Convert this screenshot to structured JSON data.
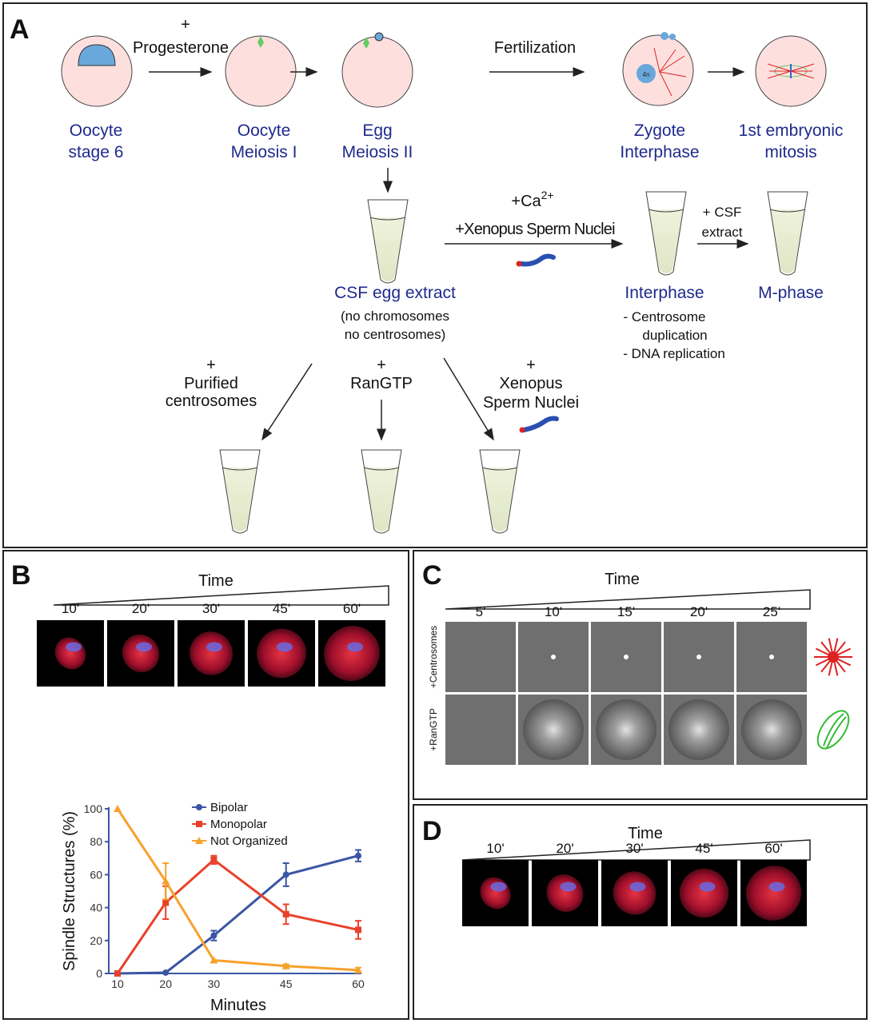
{
  "panelA": {
    "label": "A",
    "plus": "+",
    "progesterone": "Progesterone",
    "fertilization": "Fertilization",
    "stages": [
      {
        "line1": "Oocyte",
        "line2": "stage 6"
      },
      {
        "line1": "Oocyte",
        "line2": "Meiosis I"
      },
      {
        "line1": "Egg",
        "line2": "Meiosis II"
      },
      {
        "line1": "Zygote",
        "line2": "Interphase"
      },
      {
        "line1": "1st embryonic",
        "line2": "mitosis"
      }
    ],
    "zygote_nucleus": "4n",
    "ca": "+Ca",
    "ca_sup": "2+",
    "sperm_nuclei": "+Xenopus Sperm Nuclei",
    "csf_title": "CSF egg extract",
    "csf_note1": "(no chromosomes",
    "csf_note2": "no centrosomes)",
    "plus_csf1": "+ CSF",
    "plus_csf2": "extract",
    "interphase": "Interphase",
    "interphase_note1": "- Centrosome",
    "interphase_note2": "duplication",
    "interphase_note3": "- DNA replication",
    "mphase": "M-phase",
    "branches": [
      {
        "plus": "+",
        "line1": "Purified",
        "line2": "centrosomes"
      },
      {
        "plus": "+",
        "line1": "RanGTP",
        "line2": ""
      },
      {
        "plus": "+",
        "line1": "Xenopus",
        "line2": "Sperm Nuclei"
      }
    ]
  },
  "panelB": {
    "label": "B",
    "time": "Time",
    "timepoints": [
      "10'",
      "20'",
      "30'",
      "45'",
      "60'"
    ]
  },
  "panelC": {
    "label": "C",
    "time": "Time",
    "timepoints": [
      "5'",
      "10'",
      "15'",
      "20'",
      "25'"
    ],
    "rows": [
      "+Centrosomes",
      "+RanGTP"
    ]
  },
  "panelD": {
    "label": "D",
    "time": "Time",
    "timepoints": [
      "10'",
      "20'",
      "30'",
      "45'",
      "60'"
    ]
  },
  "colors": {
    "label_blue": "#1f2a8c",
    "egg_pink": "#fde0de",
    "extract": "#e6ebd2",
    "bipolar": "#3a55a4",
    "monopolar": "#e8412a",
    "not_organized": "#f7a12b"
  },
  "chart_data": {
    "type": "line",
    "xlabel": "Minutes",
    "ylabel": "Spindle Structures (%)",
    "x": [
      10,
      20,
      30,
      45,
      60
    ],
    "xticks": [
      "10",
      "20",
      "30",
      "45",
      "60"
    ],
    "yticks": [
      "0",
      "20",
      "40",
      "60",
      "80",
      "100"
    ],
    "ylim": [
      0,
      100
    ],
    "xlim": [
      10,
      60
    ],
    "grid": false,
    "legend": "top-center",
    "series": [
      {
        "name": "Bipolar",
        "values": [
          0,
          0.5,
          23,
          60,
          71.5
        ],
        "errors": [
          0,
          0,
          3,
          7,
          3.5
        ],
        "color": "#3a55a4",
        "marker": "circle"
      },
      {
        "name": "Monopolar",
        "values": [
          0,
          43,
          69,
          36,
          26.5
        ],
        "errors": [
          0,
          10,
          2.5,
          6,
          5.5
        ],
        "color": "#e8412a",
        "marker": "square"
      },
      {
        "name": "Not Organized",
        "values": [
          100,
          56,
          8,
          4.5,
          2
        ],
        "errors": [
          0,
          11,
          0,
          1,
          1.5
        ],
        "color": "#f7a12b",
        "marker": "triangle"
      }
    ]
  }
}
